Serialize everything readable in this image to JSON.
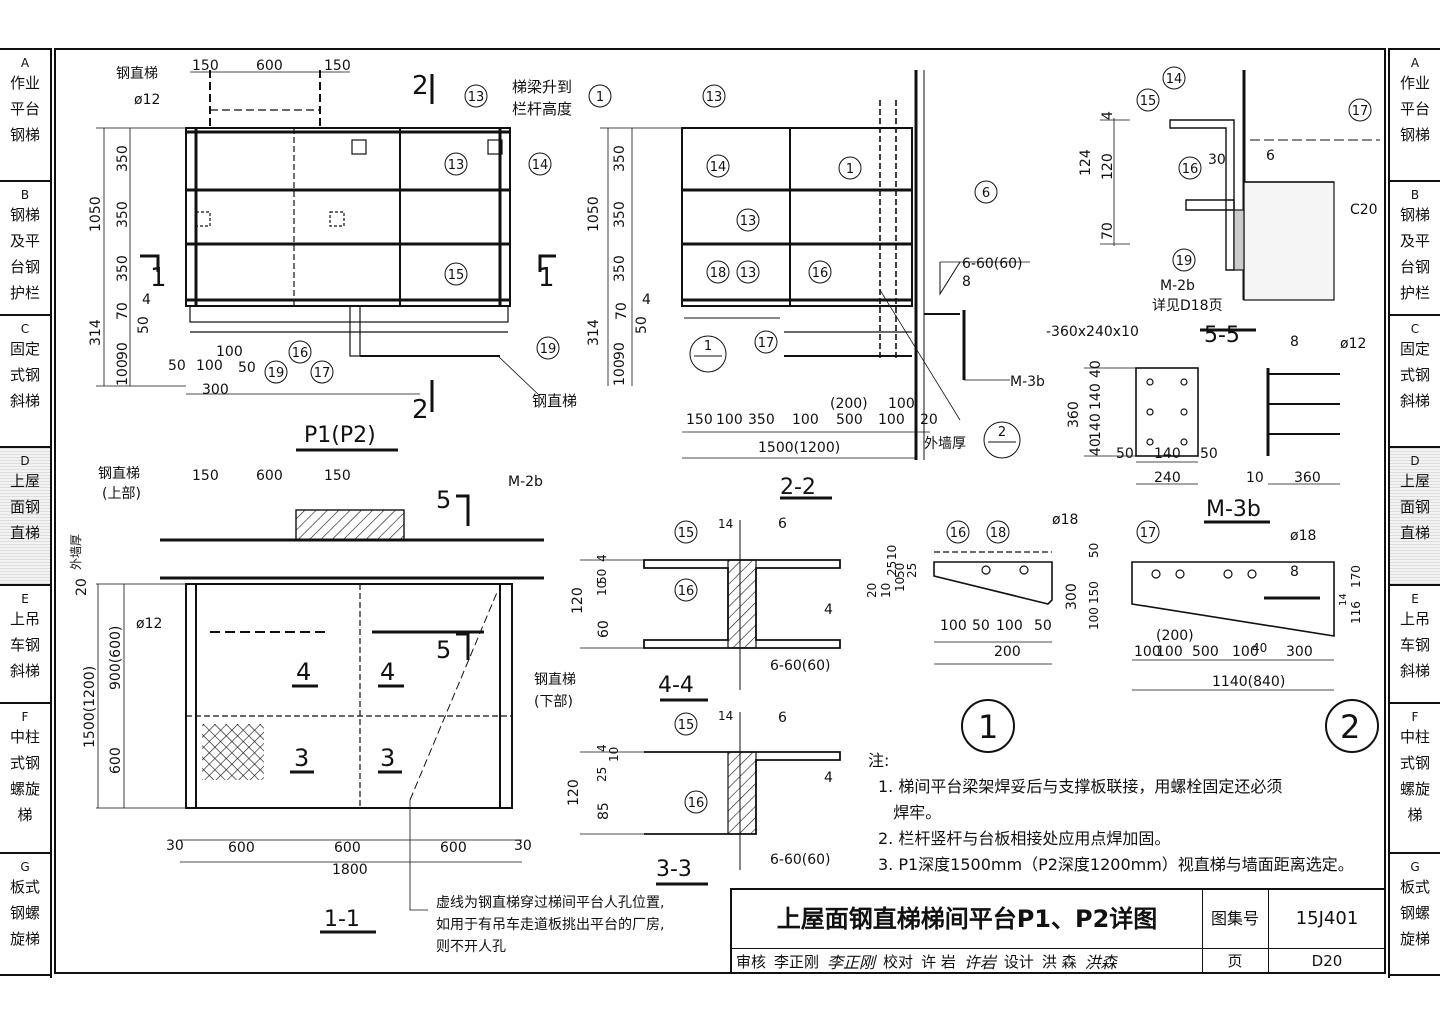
{
  "side_tabs": [
    {
      "code": "A",
      "name": "作业\n平台\n钢梯"
    },
    {
      "code": "B",
      "name": "钢梯\n及平\n台钢\n护栏"
    },
    {
      "code": "C",
      "name": "固定\n式钢\n斜梯"
    },
    {
      "code": "D",
      "name": "上屋\n面钢\n直梯"
    },
    {
      "code": "E",
      "name": "上吊\n车钢\n斜梯"
    },
    {
      "code": "F",
      "name": "中柱\n式钢\n螺旋\n梯"
    },
    {
      "code": "G",
      "name": "板式\n钢螺\n旋梯"
    }
  ],
  "active_tab": "D",
  "views": {
    "p1p2": {
      "title": "P1(P2)",
      "labels": {
        "ladder_top": "钢直梯",
        "phi12": "ø12",
        "beam_note_1": "梯梁升到",
        "beam_note_2": "栏杆高度",
        "ladder_bottom": "钢直梯",
        "sec1": "1",
        "sec2": "2"
      },
      "top_dims": [
        "150",
        "600",
        "150"
      ],
      "left_dims": [
        "350",
        "350",
        "350",
        "1050",
        "70",
        "4",
        "50",
        "90",
        "314",
        "100"
      ],
      "bottom_dims": [
        "50",
        "100",
        "50",
        "100",
        "300"
      ],
      "callouts": [
        "1",
        "13",
        "13",
        "14",
        "15",
        "16",
        "17",
        "19",
        "19"
      ]
    },
    "s22": {
      "title": "2-2",
      "bottom_dims": [
        "150",
        "100",
        "350",
        "100",
        "(200)",
        "500",
        "100",
        "100",
        "20"
      ],
      "total": "1500(1200)",
      "wall": "外墙厚",
      "weld": "6-60(60)",
      "m3b": "M-3b",
      "eight": "8",
      "callouts": [
        "13",
        "14",
        "1",
        "13",
        "6",
        "18",
        "13",
        "16",
        "17",
        "1",
        "2"
      ],
      "left_dims": [
        "350",
        "350",
        "350",
        "1050",
        "70",
        "4",
        "50",
        "90",
        "314",
        "100"
      ]
    },
    "s55": {
      "title": "5-5",
      "dims": [
        "4",
        "120",
        "124",
        "70",
        "30"
      ],
      "six": "6",
      "c20": "C20",
      "m2b": "M-2b",
      "see": "详见D18页",
      "callouts": [
        "14",
        "15",
        "16",
        "17",
        "19"
      ]
    },
    "m3b": {
      "title": "M-3b",
      "plate": "-360x240x10",
      "left_dims": [
        "40",
        "140",
        "140",
        "40",
        "360"
      ],
      "bottom_dims": [
        "50",
        "140",
        "50",
        "240"
      ],
      "side_dims": [
        "10",
        "360"
      ],
      "eight": "8",
      "phi": "ø12"
    },
    "s11": {
      "title": "1-1",
      "labels": {
        "ladder_upper_1": "钢直梯",
        "ladder_upper_2": "(上部)",
        "wall": "外墙厚",
        "m2b": "M-2b",
        "phi12": "ø12",
        "ladder_lower_1": "钢直梯",
        "ladder_lower_2": "(下部)",
        "sec5": "5",
        "sec4": "4",
        "sec3": "3"
      },
      "top_dims": [
        "150",
        "600",
        "150"
      ],
      "left_dims": [
        "20",
        "900(600)",
        "1500(1200)",
        "600"
      ],
      "bottom_dims": [
        "30",
        "600",
        "600",
        "600",
        "30"
      ],
      "total": "1800"
    },
    "s44": {
      "title": "4-4",
      "dims": [
        "4",
        "50",
        "10",
        "120",
        "60",
        "14",
        "6",
        "4"
      ],
      "weld": "6-60(60)",
      "callouts": [
        "15",
        "16"
      ]
    },
    "s33": {
      "title": "3-3",
      "dims": [
        "4",
        "10",
        "25",
        "120",
        "85",
        "14",
        "6",
        "4"
      ],
      "weld": "6-60(60)",
      "callouts": [
        "15",
        "16"
      ]
    },
    "d1": {
      "title": "1",
      "dims_left": [
        "10",
        "25",
        "10",
        "20",
        "10",
        "50",
        "25"
      ],
      "dims_bottom": [
        "100",
        "50",
        "100",
        "50",
        "200"
      ],
      "phi": "ø18",
      "callouts": [
        "16",
        "18"
      ]
    },
    "d2": {
      "title": "2",
      "dims_left": [
        "50",
        "150",
        "100",
        "300"
      ],
      "dims_right": [
        "170",
        "116",
        "14"
      ],
      "dims_bottom": [
        "100",
        "100",
        "500",
        "100",
        "40",
        "300",
        "(200)"
      ],
      "total": "1140(840)",
      "phi": "ø18",
      "eight": "8",
      "callouts": [
        "17"
      ]
    }
  },
  "notes": {
    "head": "注:",
    "items": [
      "1. 梯间平台梁架焊妥后与支撑板联接，用螺栓固定还必须",
      "   焊牢。",
      "2. 栏杆竖杆与台板相接处应用点焊加固。",
      "3. P1深度1500mm（P2深度1200mm）视直梯与墙面距离选定。"
    ]
  },
  "manhole_note": [
    "虚线为钢直梯穿过梯间平台人孔位置,",
    "如用于有吊车走道板挑出平台的厂房,",
    "则不开人孔"
  ],
  "title_block": {
    "title": "上屋面钢直梯梯间平台P1、P2详图",
    "atlas_label": "图集号",
    "atlas_no": "15J401",
    "review_label": "审核",
    "reviewer": "李正刚",
    "reviewer_sig": "李正刚",
    "check_label": "校对",
    "checker": "许 岩",
    "checker_sig": "许岩",
    "design_label": "设计",
    "designer": "洪 森",
    "designer_sig": "洪森",
    "page_label": "页",
    "page_no": "D20"
  }
}
